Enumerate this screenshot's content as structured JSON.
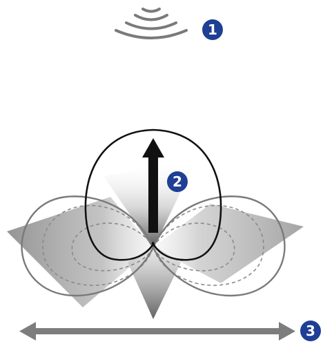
{
  "badges": {
    "one": "1",
    "two": "2",
    "three": "3"
  },
  "colors": {
    "badge_fill": "#1f3f95",
    "outline_dark": "#1a1a1a",
    "outline_gray": "#7a7a7a",
    "dashed_gray": "#8a8a8a",
    "arrow_gray": "#7d7d7d",
    "arrow_black": "#111111"
  },
  "icons": {
    "sound_waves": "sound-waves-icon",
    "direction_arrow": "direction-arrow-icon",
    "double_arrow": "double-arrow-icon"
  }
}
